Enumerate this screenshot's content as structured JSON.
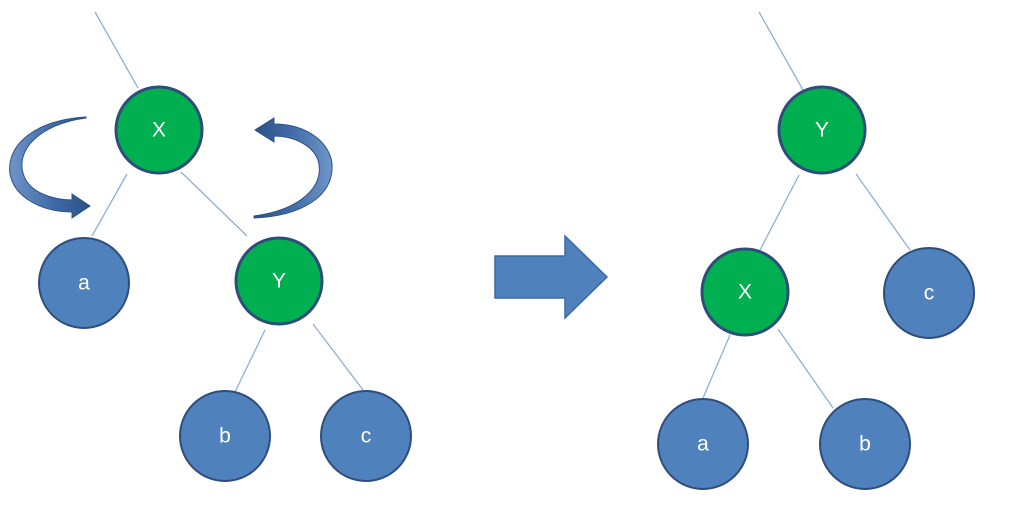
{
  "colors": {
    "pivot_fill": "#00b050",
    "leaf_fill": "#4f81bd",
    "node_stroke": "#2e4d7b",
    "edge": "#8fb0d8",
    "arrow_fill": "#4f81bd",
    "rotate_arrow_dark": "#2c5286",
    "rotate_arrow_light": "#6f95c8"
  },
  "before": {
    "x_label": "X",
    "y_label": "Y",
    "a_label": "a",
    "b_label": "b",
    "c_label": "c"
  },
  "after": {
    "y_label": "Y",
    "x_label": "X",
    "c_label": "c",
    "a_label": "a",
    "b_label": "b"
  },
  "icons": {
    "transform_arrow": "right-arrow-icon",
    "rotate_left": "curved-rotate-arrow-icon",
    "rotate_right": "curved-rotate-arrow-icon"
  }
}
